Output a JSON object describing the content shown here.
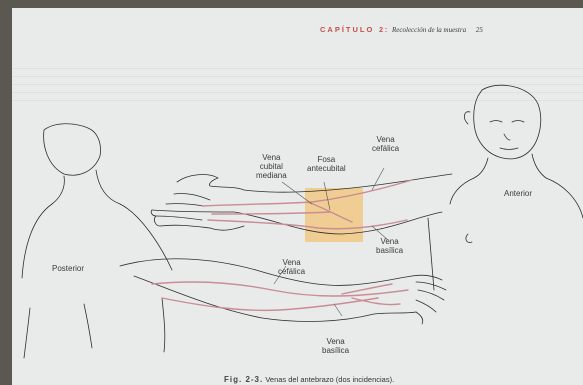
{
  "header": {
    "chapter": "CAPÍTULO",
    "separator": "2 :",
    "title": "Recolección de la muestra",
    "page_number": "25"
  },
  "labels": {
    "cubital_mediana": "Vena\ncubital\nmediana",
    "fosa_antecubital": "Fosa\nantecubital",
    "cefalica_top": "Vena\ncefálica",
    "anterior": "Anterior",
    "basilica_top": "Vena\nbasílica",
    "posterior": "Posterior",
    "cefalica_bottom": "Vena\ncefálica",
    "basilica_bottom": "Vena\nbasílica"
  },
  "caption": {
    "figure": "Fig. 2-3.",
    "text": "Venas del antebrazo (dos incidencias)."
  },
  "colors": {
    "vein": "#c98d95",
    "highlight": "#f1c884",
    "chapter_accent": "#c2504a"
  }
}
